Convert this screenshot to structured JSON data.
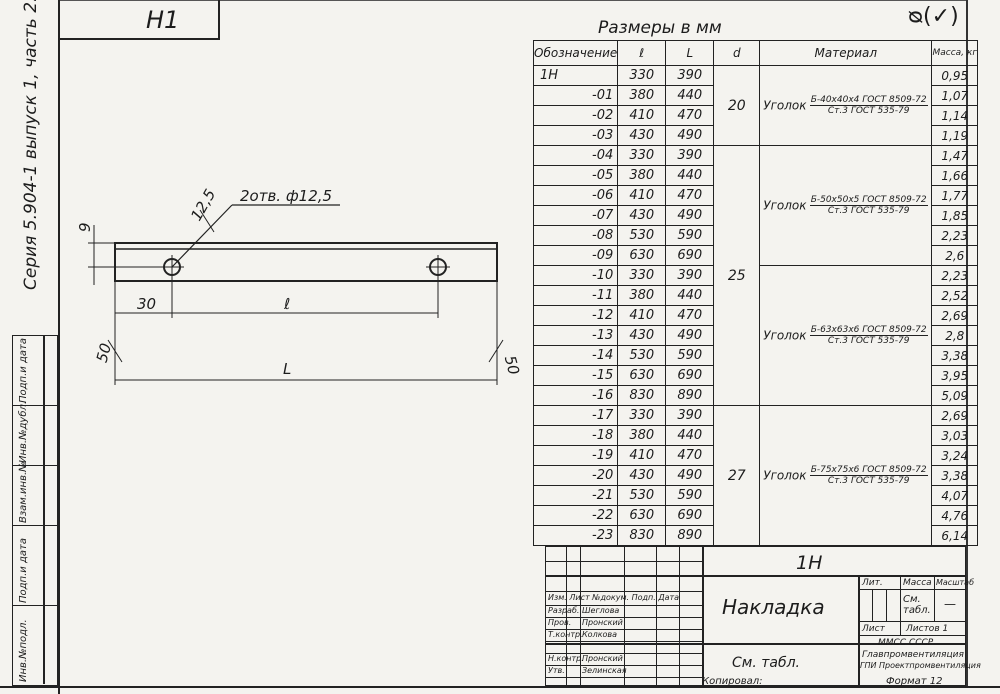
{
  "document": {
    "code": "H1",
    "series_label": "Серия 5.904-1 выпуск 1, часть 2.",
    "sizes_title": "Размеры в мм",
    "corner_mark": "ᴓ(✓)",
    "side_labels": [
      "Инв.№подл.",
      "Подп.и дата",
      "Взам.инв.№",
      "Инв.№дубл.",
      "Подп.и дата"
    ]
  },
  "drawing": {
    "hole_note": "2отв. ф12,5",
    "dim_12_5": "12,5",
    "dim_9": "9",
    "dim_30": "30",
    "dim_l": "ℓ",
    "dim_L": "L",
    "dim_50_left": "50",
    "dim_50_right": "50"
  },
  "table": {
    "headers": [
      "Обозначение",
      "ℓ",
      "L",
      "d",
      "Материал",
      "Масса, кг"
    ],
    "rows": [
      {
        "designation": "1Н",
        "l": "330",
        "L": "390",
        "mass": "0,95"
      },
      {
        "designation": "-01",
        "l": "380",
        "L": "440",
        "mass": "1,07"
      },
      {
        "designation": "-02",
        "l": "410",
        "L": "470",
        "mass": "1,14"
      },
      {
        "designation": "-03",
        "l": "430",
        "L": "490",
        "mass": "1,19"
      },
      {
        "designation": "-04",
        "l": "330",
        "L": "390",
        "mass": "1,47"
      },
      {
        "designation": "-05",
        "l": "380",
        "L": "440",
        "mass": "1,66"
      },
      {
        "designation": "-06",
        "l": "410",
        "L": "470",
        "mass": "1,77"
      },
      {
        "designation": "-07",
        "l": "430",
        "L": "490",
        "mass": "1,85"
      },
      {
        "designation": "-08",
        "l": "530",
        "L": "590",
        "mass": "2,23"
      },
      {
        "designation": "-09",
        "l": "630",
        "L": "690",
        "mass": "2,6"
      },
      {
        "designation": "-10",
        "l": "330",
        "L": "390",
        "mass": "2,23"
      },
      {
        "designation": "-11",
        "l": "380",
        "L": "440",
        "mass": "2,52"
      },
      {
        "designation": "-12",
        "l": "410",
        "L": "470",
        "mass": "2,69"
      },
      {
        "designation": "-13",
        "l": "430",
        "L": "490",
        "mass": "2,8"
      },
      {
        "designation": "-14",
        "l": "530",
        "L": "590",
        "mass": "3,38"
      },
      {
        "designation": "-15",
        "l": "630",
        "L": "690",
        "mass": "3,95"
      },
      {
        "designation": "-16",
        "l": "830",
        "L": "890",
        "mass": "5,09"
      },
      {
        "designation": "-17",
        "l": "330",
        "L": "390",
        "mass": "2,69"
      },
      {
        "designation": "-18",
        "l": "380",
        "L": "440",
        "mass": "3,03"
      },
      {
        "designation": "-19",
        "l": "410",
        "L": "470",
        "mass": "3,24"
      },
      {
        "designation": "-20",
        "l": "430",
        "L": "490",
        "mass": "3,38"
      },
      {
        "designation": "-21",
        "l": "530",
        "L": "590",
        "mass": "4,07"
      },
      {
        "designation": "-22",
        "l": "630",
        "L": "690",
        "mass": "4,76"
      },
      {
        "designation": "-23",
        "l": "830",
        "L": "890",
        "mass": "6,14"
      }
    ],
    "d_groups": [
      {
        "value": "20",
        "rows": 4
      },
      {
        "value": "25",
        "rows": 13
      },
      {
        "value": "27",
        "rows": 7
      }
    ],
    "materials": [
      {
        "label": "Уголок",
        "top": "Б-40х40х4 ГОСТ 8509-72",
        "bottom": "Ст.3 ГОСТ 535-79",
        "rows": 4
      },
      {
        "label": "Уголок",
        "top": "Б-50х50х5 ГОСТ 8509-72",
        "bottom": "Ст.3 ГОСТ 535-79",
        "rows": 6
      },
      {
        "label": "Уголок",
        "top": "Б-63х63х6 ГОСТ 8509-72",
        "bottom": "Ст.3 ГОСТ 535-79",
        "rows": 7
      },
      {
        "label": "Уголок",
        "top": "Б-75х75х6 ГОСТ 8509-72",
        "bottom": "Ст.3 ГОСТ 535-79",
        "rows": 7
      }
    ]
  },
  "title_block": {
    "code": "1Н",
    "name": "Накладка",
    "material": "См. табл.",
    "lit": "Лит.",
    "mass_label": "Масса",
    "scale_label": "Масштаб",
    "mass_value": "См. табл.",
    "scale_value": "—",
    "sheet_label": "Лист",
    "sheets_label": "Листов 1",
    "org_1": "ММСС СССР",
    "org_2": "Главпромвентиляция",
    "org_3": "ГПИ Проектпромвентиляция",
    "header_row": "Изм. Лист №докум. Подп. Дата",
    "roles": [
      {
        "role": "Разраб.",
        "name": "Шеглова"
      },
      {
        "role": "Пров.",
        "name": "Пронский"
      },
      {
        "role": "Т.контр.",
        "name": "Колкова"
      },
      {
        "role": "",
        "name": ""
      },
      {
        "role": "Н.контр.",
        "name": "Пронский"
      },
      {
        "role": "Утв.",
        "name": "Зелинская"
      }
    ],
    "copied": "Копировал:",
    "format": "Формат 12"
  }
}
